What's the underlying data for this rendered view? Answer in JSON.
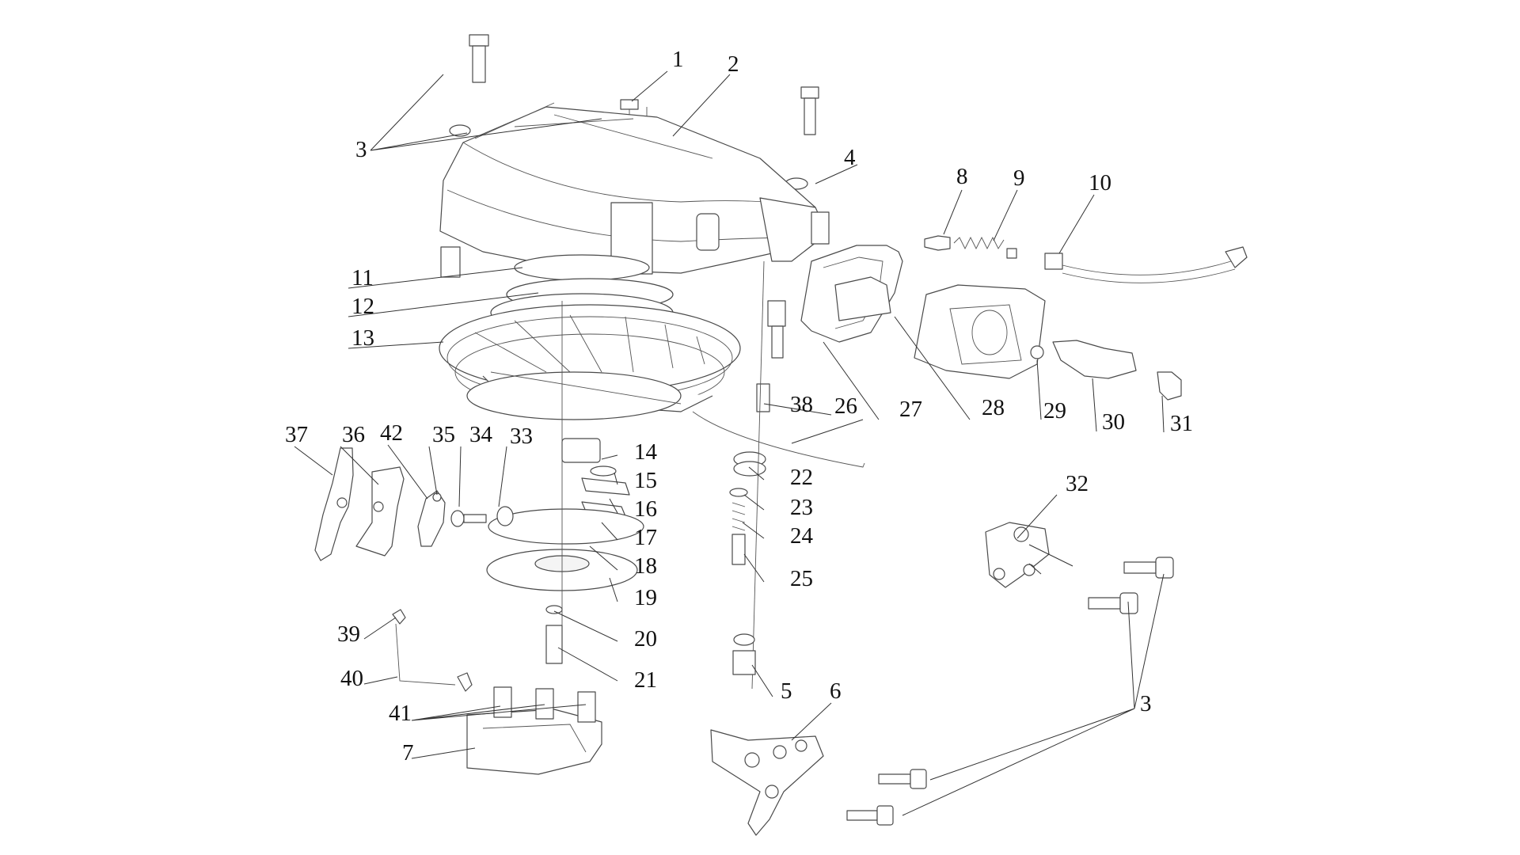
{
  "diagram": {
    "type": "exploded-parts-view",
    "callouts": [
      {
        "id": "c1",
        "label": "1"
      },
      {
        "id": "c2",
        "label": "2"
      },
      {
        "id": "c3a",
        "label": "3"
      },
      {
        "id": "c4",
        "label": "4"
      },
      {
        "id": "c8",
        "label": "8"
      },
      {
        "id": "c9",
        "label": "9"
      },
      {
        "id": "c10",
        "label": "10"
      },
      {
        "id": "c11",
        "label": "11"
      },
      {
        "id": "c12",
        "label": "12"
      },
      {
        "id": "c13",
        "label": "13"
      },
      {
        "id": "c38",
        "label": "38"
      },
      {
        "id": "c26",
        "label": "26"
      },
      {
        "id": "c27",
        "label": "27"
      },
      {
        "id": "c28",
        "label": "28"
      },
      {
        "id": "c29",
        "label": "29"
      },
      {
        "id": "c30",
        "label": "30"
      },
      {
        "id": "c31",
        "label": "31"
      },
      {
        "id": "c37",
        "label": "37"
      },
      {
        "id": "c36",
        "label": "36"
      },
      {
        "id": "c42",
        "label": "42"
      },
      {
        "id": "c35",
        "label": "35"
      },
      {
        "id": "c34",
        "label": "34"
      },
      {
        "id": "c33",
        "label": "33"
      },
      {
        "id": "c14",
        "label": "14"
      },
      {
        "id": "c15",
        "label": "15"
      },
      {
        "id": "c16",
        "label": "16"
      },
      {
        "id": "c17",
        "label": "17"
      },
      {
        "id": "c18",
        "label": "18"
      },
      {
        "id": "c19",
        "label": "19"
      },
      {
        "id": "c20",
        "label": "20"
      },
      {
        "id": "c21",
        "label": "21"
      },
      {
        "id": "c22",
        "label": "22"
      },
      {
        "id": "c23",
        "label": "23"
      },
      {
        "id": "c24",
        "label": "24"
      },
      {
        "id": "c25",
        "label": "25"
      },
      {
        "id": "c32",
        "label": "32"
      },
      {
        "id": "c39",
        "label": "39"
      },
      {
        "id": "c40",
        "label": "40"
      },
      {
        "id": "c41",
        "label": "41"
      },
      {
        "id": "c7",
        "label": "7"
      },
      {
        "id": "c5",
        "label": "5"
      },
      {
        "id": "c6",
        "label": "6"
      },
      {
        "id": "c3b",
        "label": "3"
      }
    ]
  }
}
